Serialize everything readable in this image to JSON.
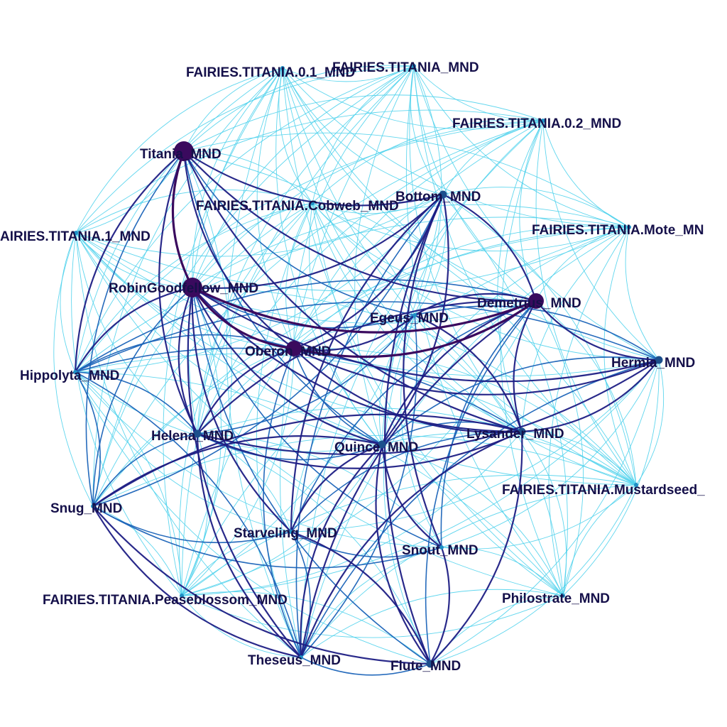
{
  "graph": {
    "palette": {
      "light": "#4fd1ec",
      "mid": "#1a63b8",
      "dark": "#1d1d84",
      "darkest": "#3a0a5e",
      "label": "#15104a"
    },
    "nodes": [
      {
        "id": "titania",
        "label": "Titania_MND",
        "weight": 5
      },
      {
        "id": "fairies-titania-0-1",
        "label": "FAIRIES.TITANIA.0.1_MND",
        "weight": 1
      },
      {
        "id": "fairies-titania",
        "label": "FAIRIES.TITANIA_MND",
        "weight": 1
      },
      {
        "id": "fairies-titania-0-2",
        "label": "FAIRIES.TITANIA.0.2_MND",
        "weight": 1
      },
      {
        "id": "fairies-titania-cobweb",
        "label": "FAIRIES.TITANIA.Cobweb_MND",
        "weight": 1
      },
      {
        "id": "bottom",
        "label": "Bottom_MND",
        "weight": 2
      },
      {
        "id": "fairies-titania-1",
        "label": "AIRIES.TITANIA.1_MND",
        "weight": 1
      },
      {
        "id": "fairies-titania-mote",
        "label": "FAIRIES.TITANIA.Mote_MN",
        "weight": 1
      },
      {
        "id": "robingoodfellow",
        "label": "RobinGoodfellow_MND",
        "weight": 5
      },
      {
        "id": "demetrius",
        "label": "Demetrius_MND",
        "weight": 4
      },
      {
        "id": "egeus",
        "label": "Egeus_MND",
        "weight": 1
      },
      {
        "id": "oberon",
        "label": "Oberon_MND",
        "weight": 4
      },
      {
        "id": "hermia",
        "label": "Hermia_MND",
        "weight": 2
      },
      {
        "id": "hippolyta",
        "label": "Hippolyta_MND",
        "weight": 1
      },
      {
        "id": "helena",
        "label": "Helena_MND",
        "weight": 2
      },
      {
        "id": "lysander",
        "label": "Lysander_MND",
        "weight": 2
      },
      {
        "id": "quince",
        "label": "Quince_MND",
        "weight": 2
      },
      {
        "id": "fairies-titania-mustardseed",
        "label": "FAIRIES.TITANIA.Mustardseed_",
        "weight": 1
      },
      {
        "id": "snug",
        "label": "Snug_MND",
        "weight": 1
      },
      {
        "id": "starveling",
        "label": "Starveling_MND",
        "weight": 1
      },
      {
        "id": "snout",
        "label": "Snout_MND",
        "weight": 1
      },
      {
        "id": "fairies-titania-peaseblossom",
        "label": "FAIRIES.TITANIA.Peaseblossom_MND",
        "weight": 1
      },
      {
        "id": "philostrate",
        "label": "Philostrate_MND",
        "weight": 1
      },
      {
        "id": "theseus",
        "label": "Theseus_MND",
        "weight": 1
      },
      {
        "id": "flute",
        "label": "Flute_MND",
        "weight": 2
      }
    ]
  }
}
